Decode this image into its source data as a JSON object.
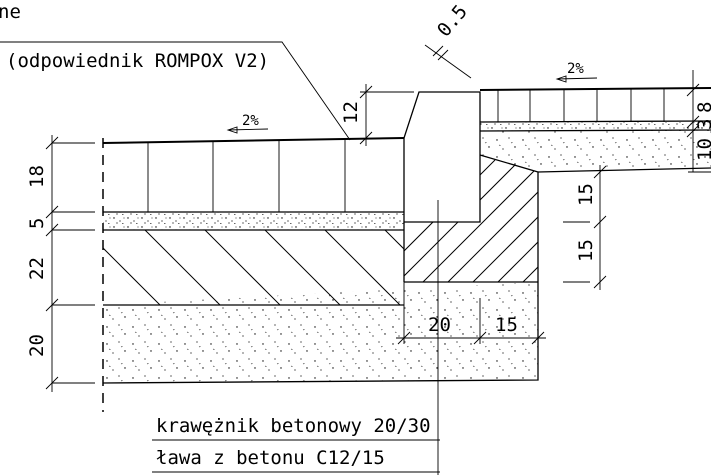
{
  "labels": {
    "top_partial": "ne",
    "top_main": "(odpowiednik ROMPOX V2)",
    "curb": "krawężnik betonowy 20/30",
    "bench": "ława z betonu C12/15"
  },
  "slopes": {
    "left": "2%",
    "right": "2%"
  },
  "dims": {
    "gap": "0.5",
    "curb_reveal": "12",
    "left_d1": "18",
    "left_d2": "5",
    "left_d3": "22",
    "left_d4": "20",
    "bottom_d1": "20",
    "bottom_d2": "15",
    "right_d1": "15",
    "right_d2": "15",
    "right_top1": "10",
    "right_top2": "3",
    "right_top3": "8"
  }
}
